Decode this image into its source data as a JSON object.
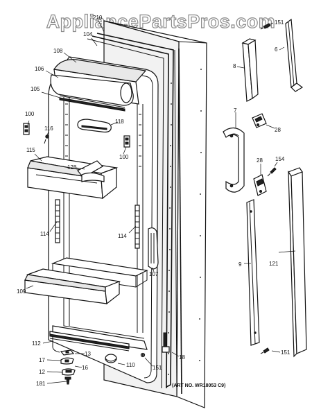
{
  "watermark": "AppliancePartsPros.com",
  "art_number": "(ART NO. WR18053 C9)",
  "callouts": {
    "c210": "210",
    "c104": "104",
    "c108": "108",
    "c106": "106",
    "c105": "105",
    "c100a": "100",
    "c116": "116",
    "c115": "115",
    "c118": "118",
    "c100b": "100",
    "c128a": "128",
    "c114a": "114",
    "c114b": "114",
    "c107": "107",
    "c109": "109",
    "c112": "112",
    "c13": "13",
    "c17": "17",
    "c16": "16",
    "c12": "12",
    "c181": "181",
    "c110": "110",
    "c151a": "151",
    "c18": "18",
    "c151b": "151",
    "c6": "6",
    "c8": "8",
    "c7": "7",
    "c28a": "28",
    "c28b": "28",
    "c154": "154",
    "c9": "9",
    "c121": "121",
    "c151c": "151"
  }
}
